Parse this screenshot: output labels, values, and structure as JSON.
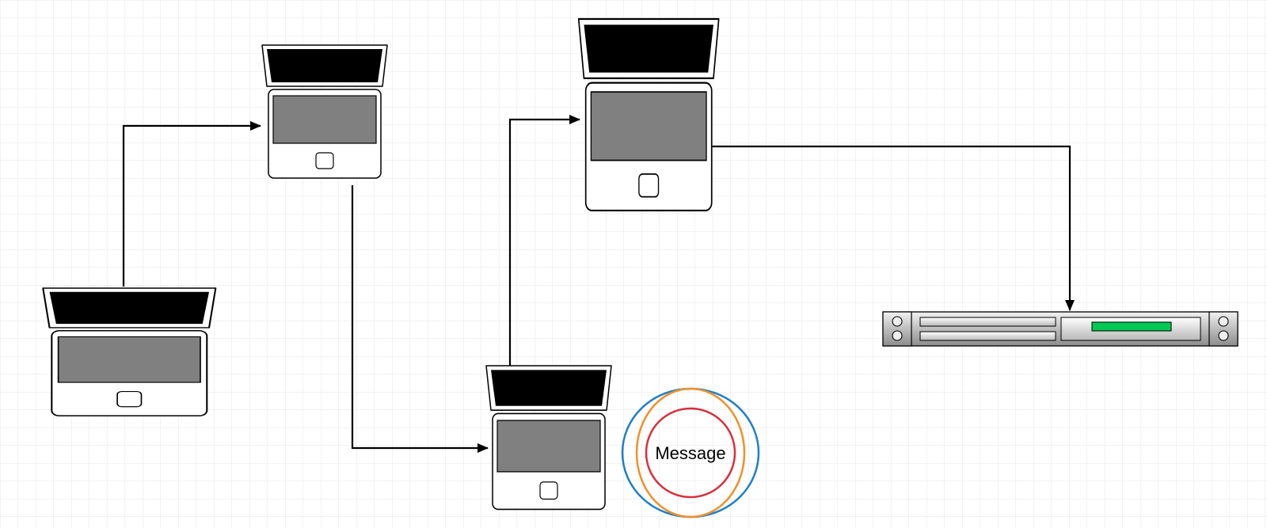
{
  "diagram": {
    "background": "#ffffff",
    "grid_color": "#e6e6e6",
    "nodes": [
      {
        "id": "laptop-1",
        "kind": "laptop",
        "icon": "laptop-icon"
      },
      {
        "id": "laptop-2",
        "kind": "laptop",
        "icon": "laptop-icon"
      },
      {
        "id": "laptop-3",
        "kind": "laptop",
        "icon": "laptop-icon"
      },
      {
        "id": "laptop-4",
        "kind": "laptop",
        "icon": "laptop-icon"
      },
      {
        "id": "server",
        "kind": "rack-server",
        "icon": "server-icon",
        "status_color": "#00c853"
      },
      {
        "id": "message",
        "kind": "message-rings",
        "label": "Message",
        "ring_colors": [
          "#1f7fc8",
          "#f0902a",
          "#d8303c"
        ]
      }
    ],
    "edges": [
      {
        "from": "laptop-1",
        "to": "laptop-2"
      },
      {
        "from": "laptop-2",
        "to": "laptop-3"
      },
      {
        "from": "laptop-3",
        "to": "laptop-4"
      },
      {
        "from": "laptop-4",
        "to": "server"
      }
    ],
    "screen_color": "#808080",
    "lid_color": "#000000"
  }
}
